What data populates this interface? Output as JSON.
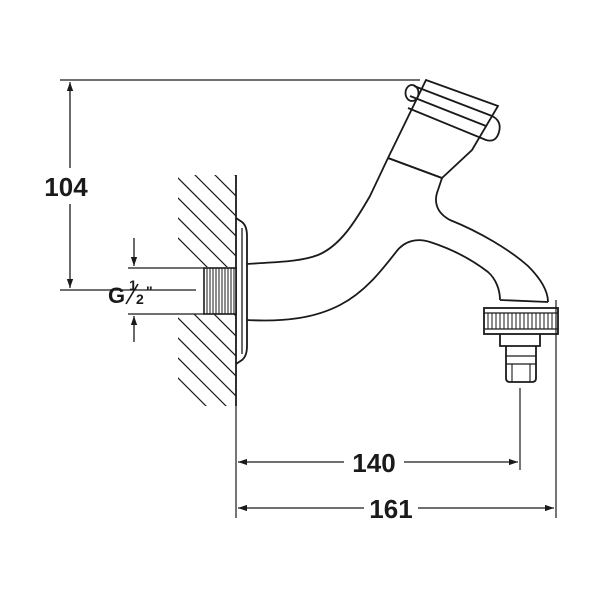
{
  "dimensions": {
    "height": "104",
    "wall_to_outlet": "140",
    "overall_length": "161"
  },
  "thread": {
    "prefix": "G",
    "numerator": "1",
    "denominator": "2",
    "suffix": "\""
  },
  "colors": {
    "line": "#1a1a1a",
    "background": "#ffffff"
  }
}
